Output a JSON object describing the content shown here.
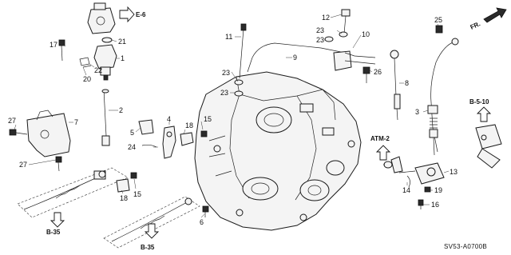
{
  "diagram": {
    "code": "SV53-A0700B",
    "orientation": "FR.",
    "callouts": [
      "1",
      "2",
      "3",
      "4",
      "5",
      "6",
      "7",
      "8",
      "9",
      "10",
      "11",
      "12",
      "13",
      "14",
      "15",
      "15",
      "16",
      "17",
      "18",
      "18",
      "19",
      "20",
      "21",
      "22",
      "23",
      "23",
      "23",
      "23",
      "24",
      "25",
      "26",
      "27",
      "27"
    ],
    "references": [
      "E-6",
      "B-35",
      "B-35",
      "ATM-2",
      "B-5-10"
    ]
  }
}
